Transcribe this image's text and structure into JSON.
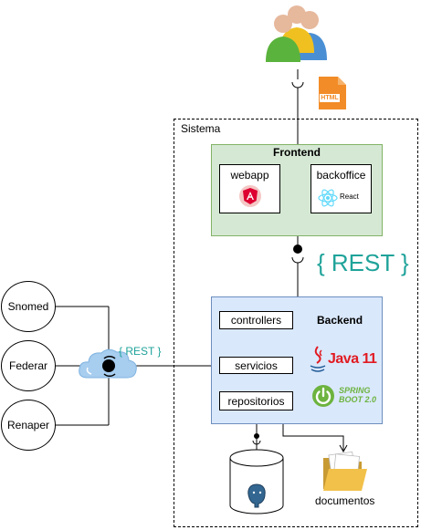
{
  "system_label": "Sistema",
  "frontend": {
    "title": "Frontend",
    "webapp": "webapp",
    "backoffice": "backoffice",
    "react": "React"
  },
  "backend": {
    "title": "Backend",
    "controllers": "controllers",
    "servicios": "servicios",
    "repositorios": "repositorios",
    "java": "Java 11",
    "spring_line1": "SPRING",
    "spring_line2": "BOOT 2.0"
  },
  "rest_big": "{ REST }",
  "rest_small": "{ REST }",
  "html_file": "HTML",
  "external": [
    "Snomed",
    "Federar",
    "Renaper"
  ],
  "documents_label": "documentos",
  "colors": {
    "frontend_fill": "#d5e8d4",
    "frontend_border": "#82b366",
    "backend_fill": "#dae8fc",
    "backend_border": "#6c8ebf",
    "rest": "#1fa39a",
    "java": "#e11b22",
    "spring": "#6db33f"
  }
}
